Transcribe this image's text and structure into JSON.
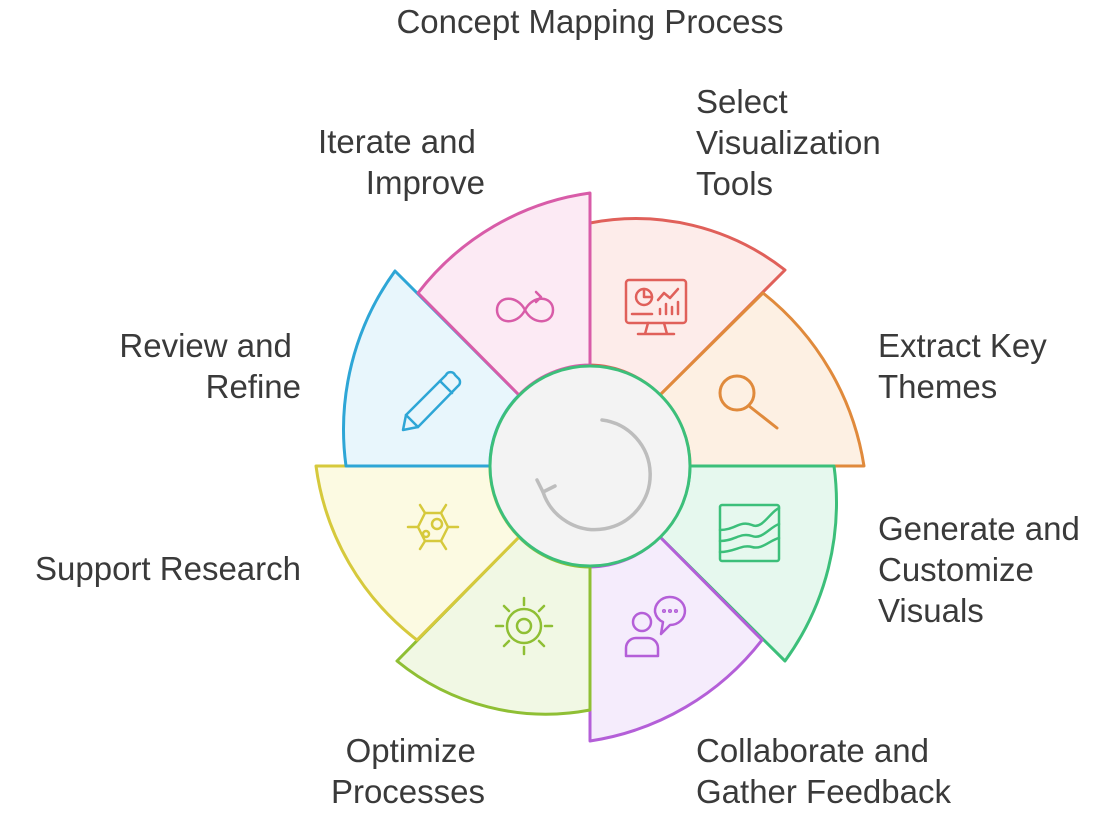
{
  "title": "Concept Mapping Process",
  "steps": [
    {
      "key": "select",
      "label_lines": [
        "Select",
        "Visualization",
        "Tools"
      ],
      "icon": "dashboard-monitor-icon",
      "stroke": "#e0605a",
      "fill": "#fdecea"
    },
    {
      "key": "extract",
      "label_lines": [
        "Extract Key",
        "Themes"
      ],
      "icon": "magnifier-icon",
      "stroke": "#e08a3c",
      "fill": "#fdf0e3"
    },
    {
      "key": "generate",
      "label_lines": [
        "Generate and",
        "Customize",
        "Visuals"
      ],
      "icon": "area-chart-icon",
      "stroke": "#3cbf7a",
      "fill": "#e6f8ee"
    },
    {
      "key": "collaborate",
      "label_lines": [
        "Collaborate and",
        "Gather Feedback"
      ],
      "icon": "person-speech-icon",
      "stroke": "#b45fd8",
      "fill": "#f5ecfc"
    },
    {
      "key": "optimize",
      "label_lines": [
        "Optimize",
        "Processes"
      ],
      "icon": "gear-sun-icon",
      "stroke": "#8fbf34",
      "fill": "#f1f8e4"
    },
    {
      "key": "support",
      "label_lines": [
        "Support Research"
      ],
      "icon": "molecule-icon",
      "stroke": "#d6c93c",
      "fill": "#fcfae2"
    },
    {
      "key": "review",
      "label_lines": [
        "Review and",
        "Refine"
      ],
      "icon": "pencil-icon",
      "stroke": "#2ea6d6",
      "fill": "#e8f6fc"
    },
    {
      "key": "iterate",
      "label_lines": [
        "Iterate and",
        "Improve"
      ],
      "icon": "infinity-loop-icon",
      "stroke": "#d85ca8",
      "fill": "#fceaf4"
    }
  ],
  "center": {
    "icon": "cycle-arrow-icon",
    "stroke": "#bdbdbd",
    "fill": "#f3f3f3"
  }
}
